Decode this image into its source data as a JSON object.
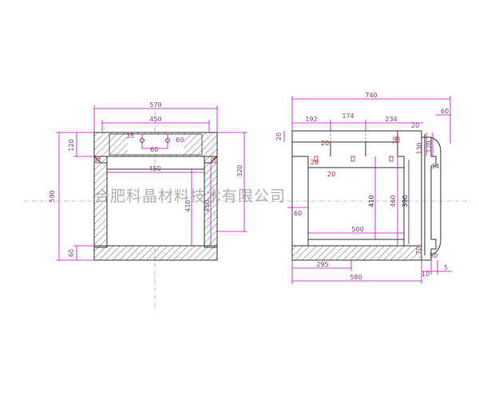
{
  "colors": {
    "dimension": "#d000d0",
    "dimension_text": "#8b3a8b",
    "outline": "#333333",
    "hatch": "#555555",
    "red_mark": "#cc2222",
    "centerline": "#888888",
    "watermark": "#b0b0b0"
  },
  "watermark": "合肥科晶材料技术有限公司",
  "left_view": {
    "dims": {
      "overall_width": "570",
      "top_inner_width": "450",
      "inner_width": "450",
      "hole_label_left": "35",
      "hole_label_right": "60",
      "hole_spacing": "60",
      "overall_height": "590",
      "top_thickness": "120",
      "bottom_thickness": "60",
      "right_height": "320",
      "inner_height_a": "410",
      "inner_height_b": "450"
    }
  },
  "right_view": {
    "dims": {
      "overall_width": "740",
      "seg_1": "192",
      "seg_2": "174",
      "seg_3": "234",
      "right_offset": "60",
      "step_20": "20",
      "left_small": "20",
      "red_1": "20",
      "red_2": "20",
      "red_3": "20",
      "v_130": "130",
      "v_120": "120",
      "v_34": "34",
      "v_410": "410",
      "v_460": "460",
      "v_390": "390",
      "v_70_top": "70",
      "v_70_bot": "70",
      "left_60": "60",
      "inner_500": "500",
      "bottom_295": "295",
      "bottom_580": "580",
      "bottom_10": "10",
      "bottom_50": "50",
      "bottom_5": "5"
    }
  }
}
